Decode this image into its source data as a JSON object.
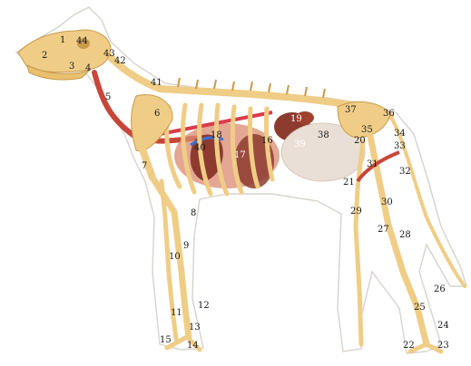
{
  "figure": {
    "labels": [
      "1",
      "2",
      "3",
      "4",
      "5",
      "6",
      "7",
      "8",
      "9",
      "10",
      "11",
      "12",
      "13",
      "14",
      "15",
      "16",
      "17",
      "18",
      "19",
      "20",
      "21",
      "22",
      "23",
      "24",
      "25",
      "26",
      "27",
      "28",
      "29",
      "30",
      "31",
      "32",
      "33",
      "34",
      "35",
      "36",
      "37",
      "38",
      "39",
      "40",
      "41",
      "42",
      "43",
      "44"
    ],
    "colors": {
      "bone": "#f0cd86",
      "bone_dark": "#c99a4c",
      "outline": "#d7d3cc",
      "muscle": "#c8463a",
      "organ": "#8e3b2f",
      "organ_light": "#d98a6f",
      "intestine": "#eadfd6",
      "vessel_blue": "#3b6fd1",
      "vessel_red": "#d93c4a"
    }
  }
}
